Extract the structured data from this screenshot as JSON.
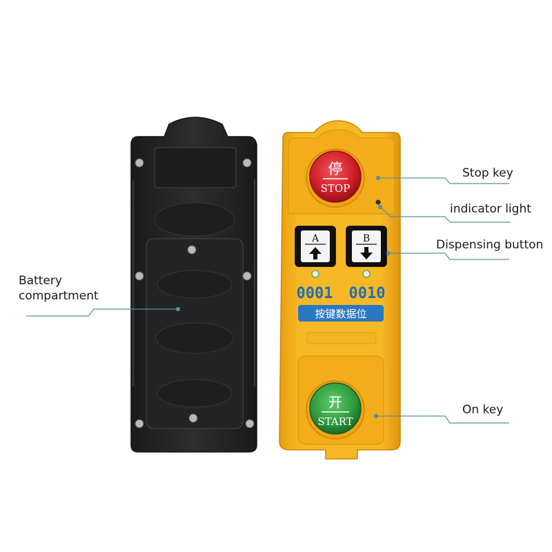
{
  "callouts": {
    "stop_key": "Stop key",
    "indicator_light": "indicator light",
    "dispensing_button": "Dispensing button",
    "battery_compartment": "Battery\ncompartment",
    "on_key": "On key"
  },
  "remote": {
    "stop_button": {
      "cn": "停",
      "en": "STOP"
    },
    "start_button": {
      "cn": "开",
      "en": "START"
    },
    "button_a": {
      "letter": "A",
      "arrow": "up"
    },
    "button_b": {
      "letter": "B",
      "arrow": "down"
    },
    "code_a": "0001",
    "code_b": "0010",
    "key_data_label": "按键数据位"
  },
  "colors": {
    "yellow_body": "#f5b21c",
    "black_body": "#262626",
    "stop_red": "#d4202a",
    "start_green": "#2e9a3e",
    "code_blue": "#1f6fb5",
    "label_bg_blue": "#2a78c2",
    "callout_line": "#5b8ea0"
  }
}
